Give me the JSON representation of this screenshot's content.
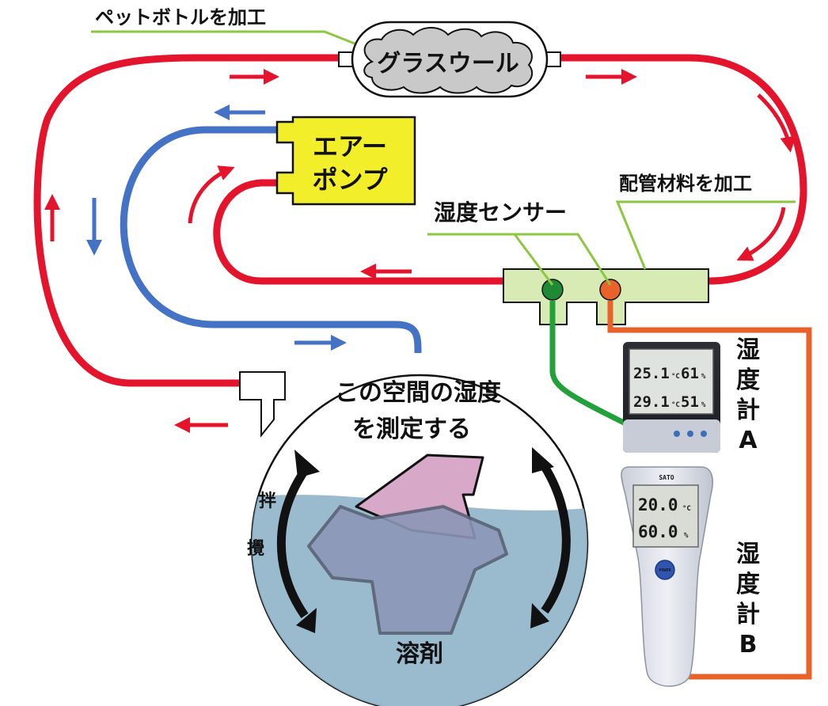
{
  "labels": {
    "pet_bottle": "ペットボトルを加工",
    "glass_wool": "グラスウール",
    "air_pump_line1": "エアー",
    "air_pump_line2": "ポンプ",
    "piping": "配管材料を加工",
    "humidity_sensor": "湿度センサー",
    "chamber_line1": "この空間の湿度",
    "chamber_line2": "を測定する",
    "stir_1": "攪",
    "stir_2": "拌",
    "solvent": "溶剤",
    "meter_a": [
      "湿",
      "度",
      "計",
      "A"
    ],
    "meter_b": [
      "湿",
      "度",
      "計",
      "B"
    ]
  },
  "meter_a_display": {
    "row1_temp": "25.1",
    "row1_temp_unit": "°C",
    "row1_hum": "61",
    "row1_hum_unit": "%",
    "row2_temp": "29.1",
    "row2_temp_unit": "°C",
    "row2_hum": "51",
    "row2_hum_unit": "%"
  },
  "meter_b_display": {
    "brand": "SATO",
    "temp": "20.0",
    "temp_unit": "°C",
    "hum": "60.0",
    "hum_unit": "%",
    "power_button": "POWER"
  },
  "colors": {
    "return_pipe": "#e3142c",
    "supply_pipe": "#4472c4",
    "sensor_a_wire": "#22a03a",
    "sensor_b_wire": "#e8622a",
    "pump_body": "#f2ef2a",
    "sensor_block": "#d9ebb4",
    "callout_line": "#8dc63f",
    "solvent": "#8fb4c9",
    "shirt_pink": "#d8a8c8",
    "shirt_blue": "#8c97b8"
  }
}
